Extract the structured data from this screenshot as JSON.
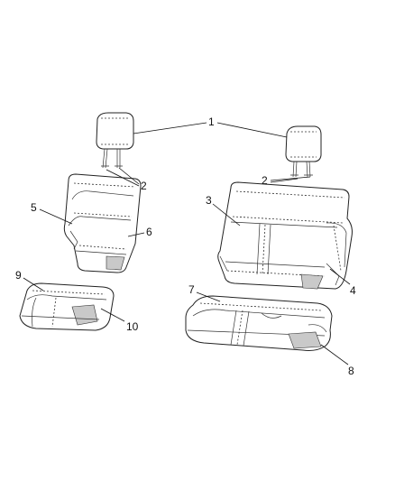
{
  "callouts": [
    "1",
    "2",
    "2",
    "3",
    "4",
    "5",
    "6",
    "7",
    "8",
    "9",
    "10"
  ]
}
